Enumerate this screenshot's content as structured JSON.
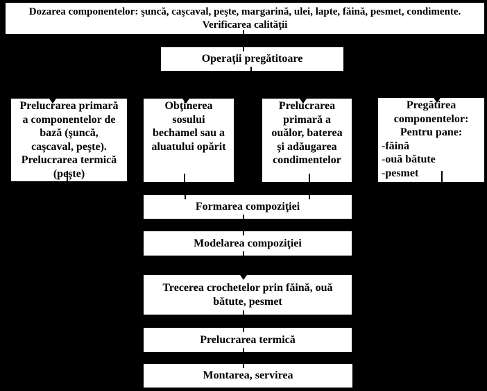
{
  "colors": {
    "background": "#000000",
    "box_fill": "#ffffff",
    "box_text": "#000000",
    "connector": "#000000"
  },
  "flowchart": {
    "dozarea": {
      "lines": [
        "Dozarea componentelor: şuncă, caşcaval, peşte, margarină, ulei, lapte, făină, pesmet, condimente.",
        "Verificarea calităţii"
      ]
    },
    "operatii": {
      "lines": [
        "Operaţii pregătitoare"
      ]
    },
    "prelucrare_baza": {
      "lines": [
        "Prelucrarea primară",
        "a componentelor de",
        "bază (şuncă,",
        "caşcaval, peşte).",
        "Prelucrarea termică",
        "(peşte)"
      ]
    },
    "sos_bechamel": {
      "lines": [
        "Obţinerea",
        "sosului",
        "bechamel sau a",
        "aluatului opărit"
      ]
    },
    "prelucrare_oua": {
      "lines": [
        "Prelucrarea",
        "primară a",
        "ouălor, baterea",
        "şi adăugarea",
        "condimentelor"
      ]
    },
    "pregatire_pane": {
      "head_lines": [
        "Pregătirea",
        "componentelor:",
        "Pentru pane:"
      ],
      "item_lines": [
        "-făină",
        "-ouă bătute",
        "-pesmet"
      ]
    },
    "formarea": {
      "lines": [
        "Formarea compoziţiei"
      ]
    },
    "modelarea": {
      "lines": [
        "Modelarea compoziţiei"
      ]
    },
    "trecerea": {
      "lines": [
        "Trecerea crochetelor prin făină, ouă",
        "bătute, pesmet"
      ]
    },
    "termica": {
      "lines": [
        "Prelucrarea termică"
      ]
    },
    "montarea": {
      "lines": [
        "Montarea, servirea"
      ]
    }
  }
}
